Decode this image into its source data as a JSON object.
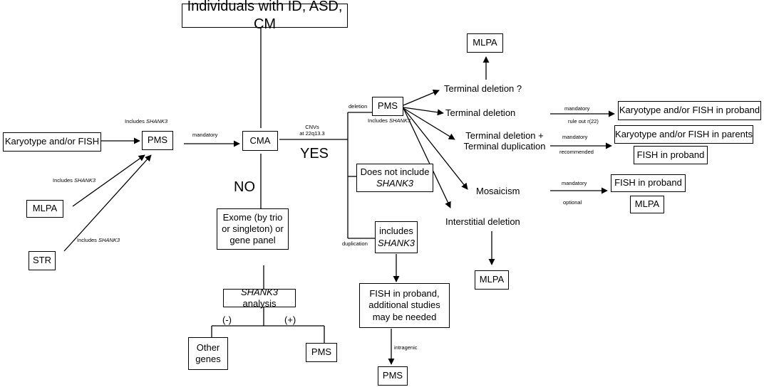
{
  "nodes": {
    "root": "Individuals with ID, ASD, CM",
    "karyotype_fish": "Karyotype and/or FISH",
    "mlpa_left": "MLPA",
    "str": "STR",
    "pms_left": "PMS",
    "cma": "CMA",
    "exome": "Exome (by trio or singleton) or gene panel",
    "shank3_analysis": {
      "gene": "SHANK3",
      "rest": " analysis"
    },
    "other_genes": "Other genes",
    "pms_bottom_left": "PMS",
    "pms_mid": "PMS",
    "not_include": {
      "line1": "Does not include",
      "gene": "SHANK3"
    },
    "includes_dup": {
      "line1": "includes",
      "gene": "SHANK3"
    },
    "fish_additional": "FISH in proband, additional studies may be needed",
    "pms_intragenic": "PMS",
    "mlpa_top": "MLPA",
    "mlpa_mid": "MLPA",
    "karyo_proband": "Karyotype and/or FISH in proband",
    "karyo_parents": "Karyotype and/or FISH in parents",
    "fish_proband_1": "FISH in proband",
    "fish_proband_2": "FISH in proband",
    "mlpa_right": "MLPA"
  },
  "labels": {
    "terminal_deletion_q": "Terminal deletion ?",
    "terminal_deletion": "Terminal deletion",
    "terminal_del_dup_1": "Terminal deletion +",
    "terminal_del_dup_2": "Terminal duplication",
    "mosaicism": "Mosaicism",
    "interstitial_deletion": "Interstitial deletion",
    "yes": "YES",
    "no": "NO",
    "neg": "(-)",
    "pos": "(+)"
  },
  "edge_labels": {
    "includes_shank3_top": {
      "prefix": "Includes ",
      "gene": "SHANK3"
    },
    "includes_shank3_mlpa": {
      "prefix": "Includes ",
      "gene": "SHANK3"
    },
    "includes_shank3_str": {
      "prefix": "Includes ",
      "gene": "SHANK3"
    },
    "includes_shank3_pms": {
      "prefix": "Includes ",
      "gene": "SHANK3"
    },
    "mandatory_cma": "mandatory",
    "cnvs": "CNVs",
    "cnvs_locus": "at 22q13.3",
    "deletion": "deletion",
    "duplication": "duplication",
    "intragenic": "intragenic",
    "mandatory_1": "mandatory",
    "rule_out": "rule out r(22)",
    "mandatory_2": "mandatory",
    "recommended": "recommended",
    "mandatory_3": "mandatory",
    "optional": "optional"
  }
}
